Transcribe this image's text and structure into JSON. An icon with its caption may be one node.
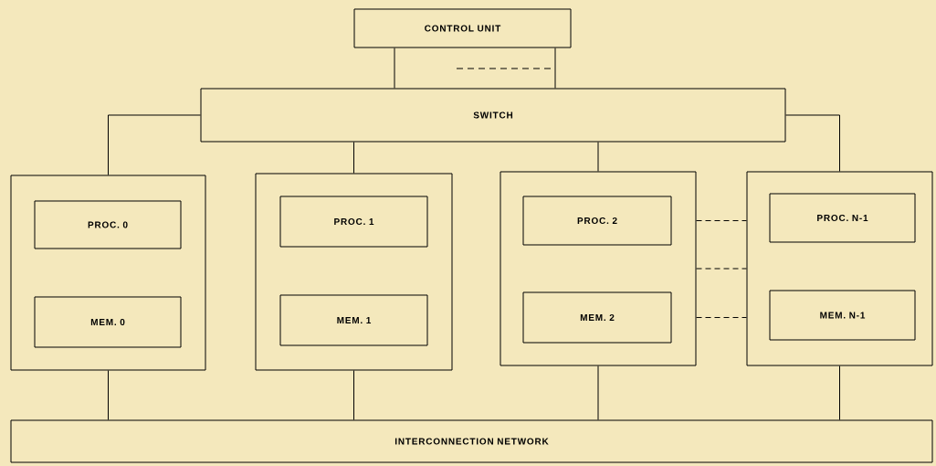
{
  "diagram": {
    "nodes": [
      {
        "text": [
          "CONTROL UNIT"
        ]
      },
      {
        "text": [
          "SWITCH"
        ]
      },
      {
        "text": [],
        "shape": "box"
      },
      {
        "text": [
          "PROC. 0"
        ],
        "in": 2
      },
      {
        "text": [
          "MEM. 0"
        ],
        "in": 2
      },
      {
        "text": [],
        "shape": "box"
      },
      {
        "text": [
          "PROC. 1"
        ],
        "in": 5
      },
      {
        "text": [
          "MEM. 1"
        ],
        "in": 5
      },
      {
        "text": [],
        "shape": "box"
      },
      {
        "text": [
          "PROC. 2"
        ],
        "in": 8
      },
      {
        "text": [
          "MEM. 2"
        ],
        "in": 8
      },
      {
        "text": [],
        "shape": "box"
      },
      {
        "text": [
          "PROC. N-1"
        ],
        "in": 11
      },
      {
        "text": [
          "MEM. N-1"
        ],
        "in": 11
      },
      {
        "text": [
          "INTERCONNECTION NETWORK"
        ]
      }
    ],
    "edges": [
      {
        "from": 0,
        "to": 1,
        "arrow": "none"
      },
      {
        "from": 0,
        "to": 1,
        "arrow": "none"
      },
      {
        "from": 1,
        "to": 2,
        "arrow": "none"
      },
      {
        "from": 1,
        "to": 5,
        "arrow": "none"
      },
      {
        "from": 1,
        "to": 8,
        "arrow": "none"
      },
      {
        "from": 1,
        "to": 11,
        "arrow": "none"
      },
      {
        "from": 2,
        "to": 14,
        "arrow": "none"
      },
      {
        "from": 5,
        "to": 14,
        "arrow": "none"
      },
      {
        "from": 8,
        "to": 14,
        "arrow": "none"
      },
      {
        "from": 11,
        "to": 14,
        "arrow": "none"
      },
      {
        "from": 8,
        "to": 11,
        "arrow": "none",
        "style": "dashed"
      },
      {
        "from": 8,
        "to": 11,
        "arrow": "none",
        "style": "dashed"
      },
      {
        "from": 8,
        "to": 11,
        "arrow": "none",
        "style": "dashed"
      }
    ]
  }
}
